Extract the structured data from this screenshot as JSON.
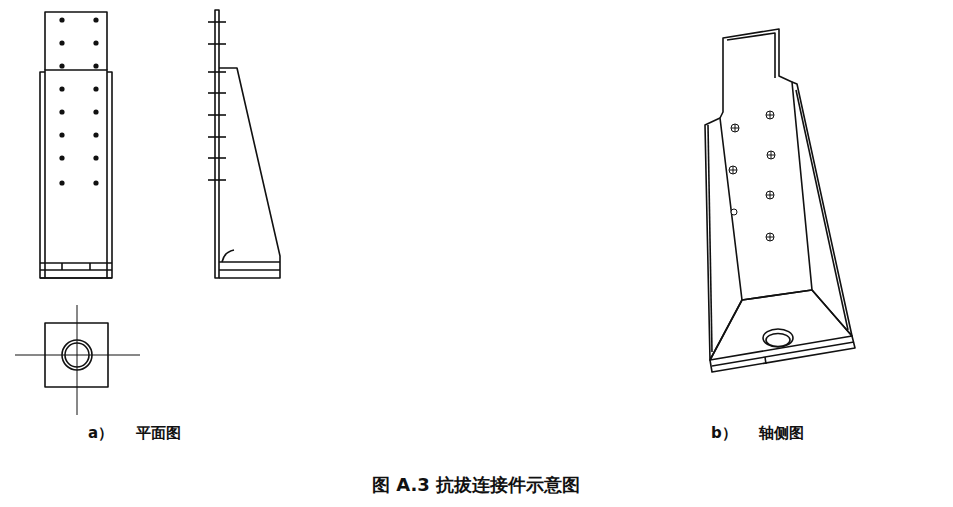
{
  "diagram": {
    "caption": "图 A.3 抗拔连接件示意图",
    "labels": [
      "a）",
      "平面图",
      "b）",
      "轴侧图"
    ]
  }
}
